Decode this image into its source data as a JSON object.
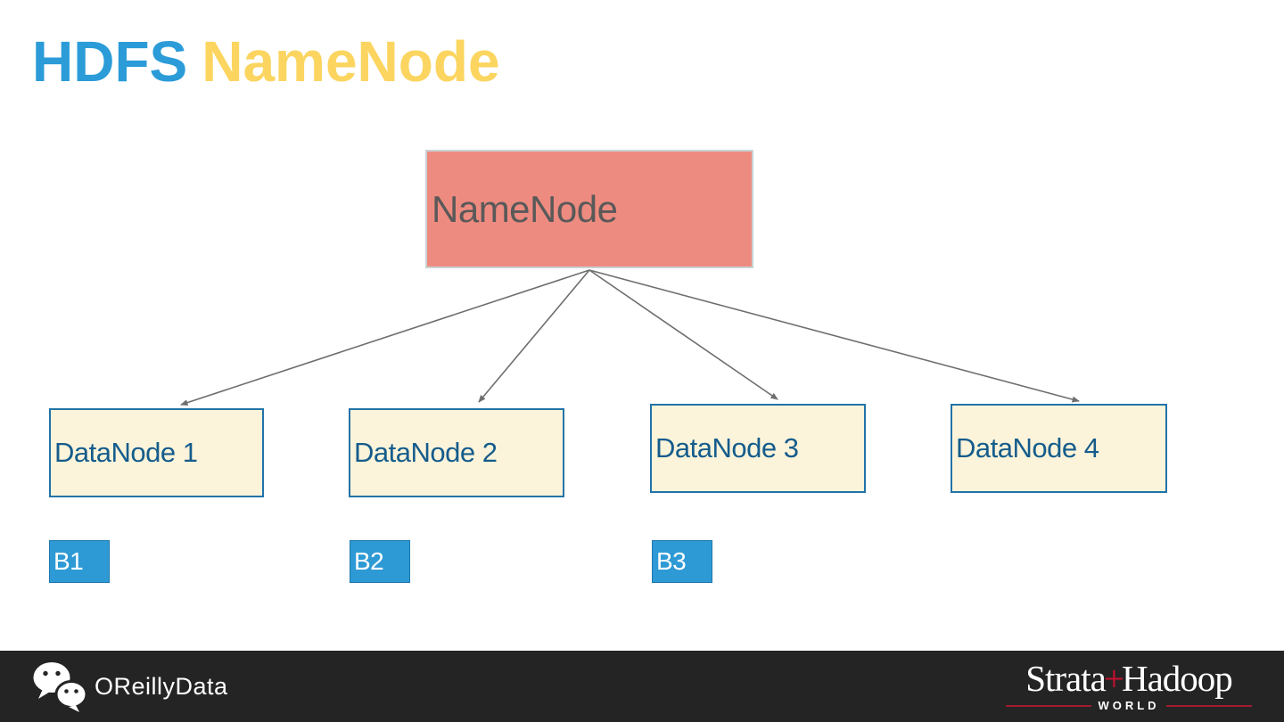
{
  "colors": {
    "title_blue": "#2B9CD8",
    "title_yellow": "#FBD55F",
    "namenode_fill": "#EE8B80",
    "namenode_border": "#C9D2D4",
    "namenode_text": "#595959",
    "datanode_fill": "#FCF4DA",
    "datanode_border": "#2273A8",
    "datanode_text": "#155C8C",
    "block_fill": "#2E9AD5",
    "block_border": "#1E78AE",
    "block_text": "#FFFFFF",
    "arrow_gray": "#6E6E6E",
    "footer_bg": "#242424",
    "footer_text": "#FFFFFF",
    "logo_plus_red": "#C8102E",
    "logo_line_red": "#A01C30"
  },
  "title": {
    "part1": "HDFS",
    "part2": "NameNode"
  },
  "diagram": {
    "root": {
      "label": "NameNode"
    },
    "datanodes": [
      {
        "label": "DataNode 1"
      },
      {
        "label": "DataNode 2"
      },
      {
        "label": "DataNode 3"
      },
      {
        "label": "DataNode 4"
      }
    ],
    "blocks": [
      {
        "label": "B1"
      },
      {
        "label": "B2"
      },
      {
        "label": "B3"
      }
    ],
    "edges": [
      {
        "from": "NameNode",
        "to": "DataNode 1"
      },
      {
        "from": "NameNode",
        "to": "DataNode 2"
      },
      {
        "from": "NameNode",
        "to": "DataNode 3"
      },
      {
        "from": "NameNode",
        "to": "DataNode 4"
      }
    ]
  },
  "footer": {
    "brand": "OReillyData",
    "wechat_icon": "wechat-icon",
    "logo": {
      "strata": "Strata",
      "plus": "+",
      "hadoop": "Hadoop",
      "world": "WORLD"
    }
  }
}
